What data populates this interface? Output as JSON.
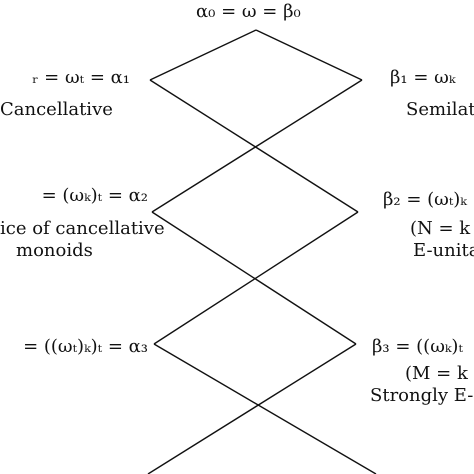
{
  "top": {
    "formula": "α₀ = ω = β₀"
  },
  "left": [
    {
      "formula": "ᵣ = ωₜ = α₁",
      "desc": [
        "Cancellative"
      ]
    },
    {
      "formula": "= (ωₖ)ₜ = α₂",
      "desc": [
        "ice of cancellative",
        "monoids"
      ]
    },
    {
      "formula": "= ((ωₜ)ₖ)ₜ = α₃",
      "desc": []
    }
  ],
  "right": [
    {
      "formula": "β₁ = ωₖ",
      "desc": [
        "Semilat"
      ]
    },
    {
      "formula": "β₂ = (ωₜ)ₖ",
      "desc": [
        "(N = k",
        "E-unita"
      ]
    },
    {
      "formula": "β₃ = ((ωₖ)ₜ",
      "desc": [
        "(M = k",
        "Strongly E-"
      ]
    }
  ],
  "colors": {
    "ink": "#111111",
    "background": "#ffffff"
  }
}
